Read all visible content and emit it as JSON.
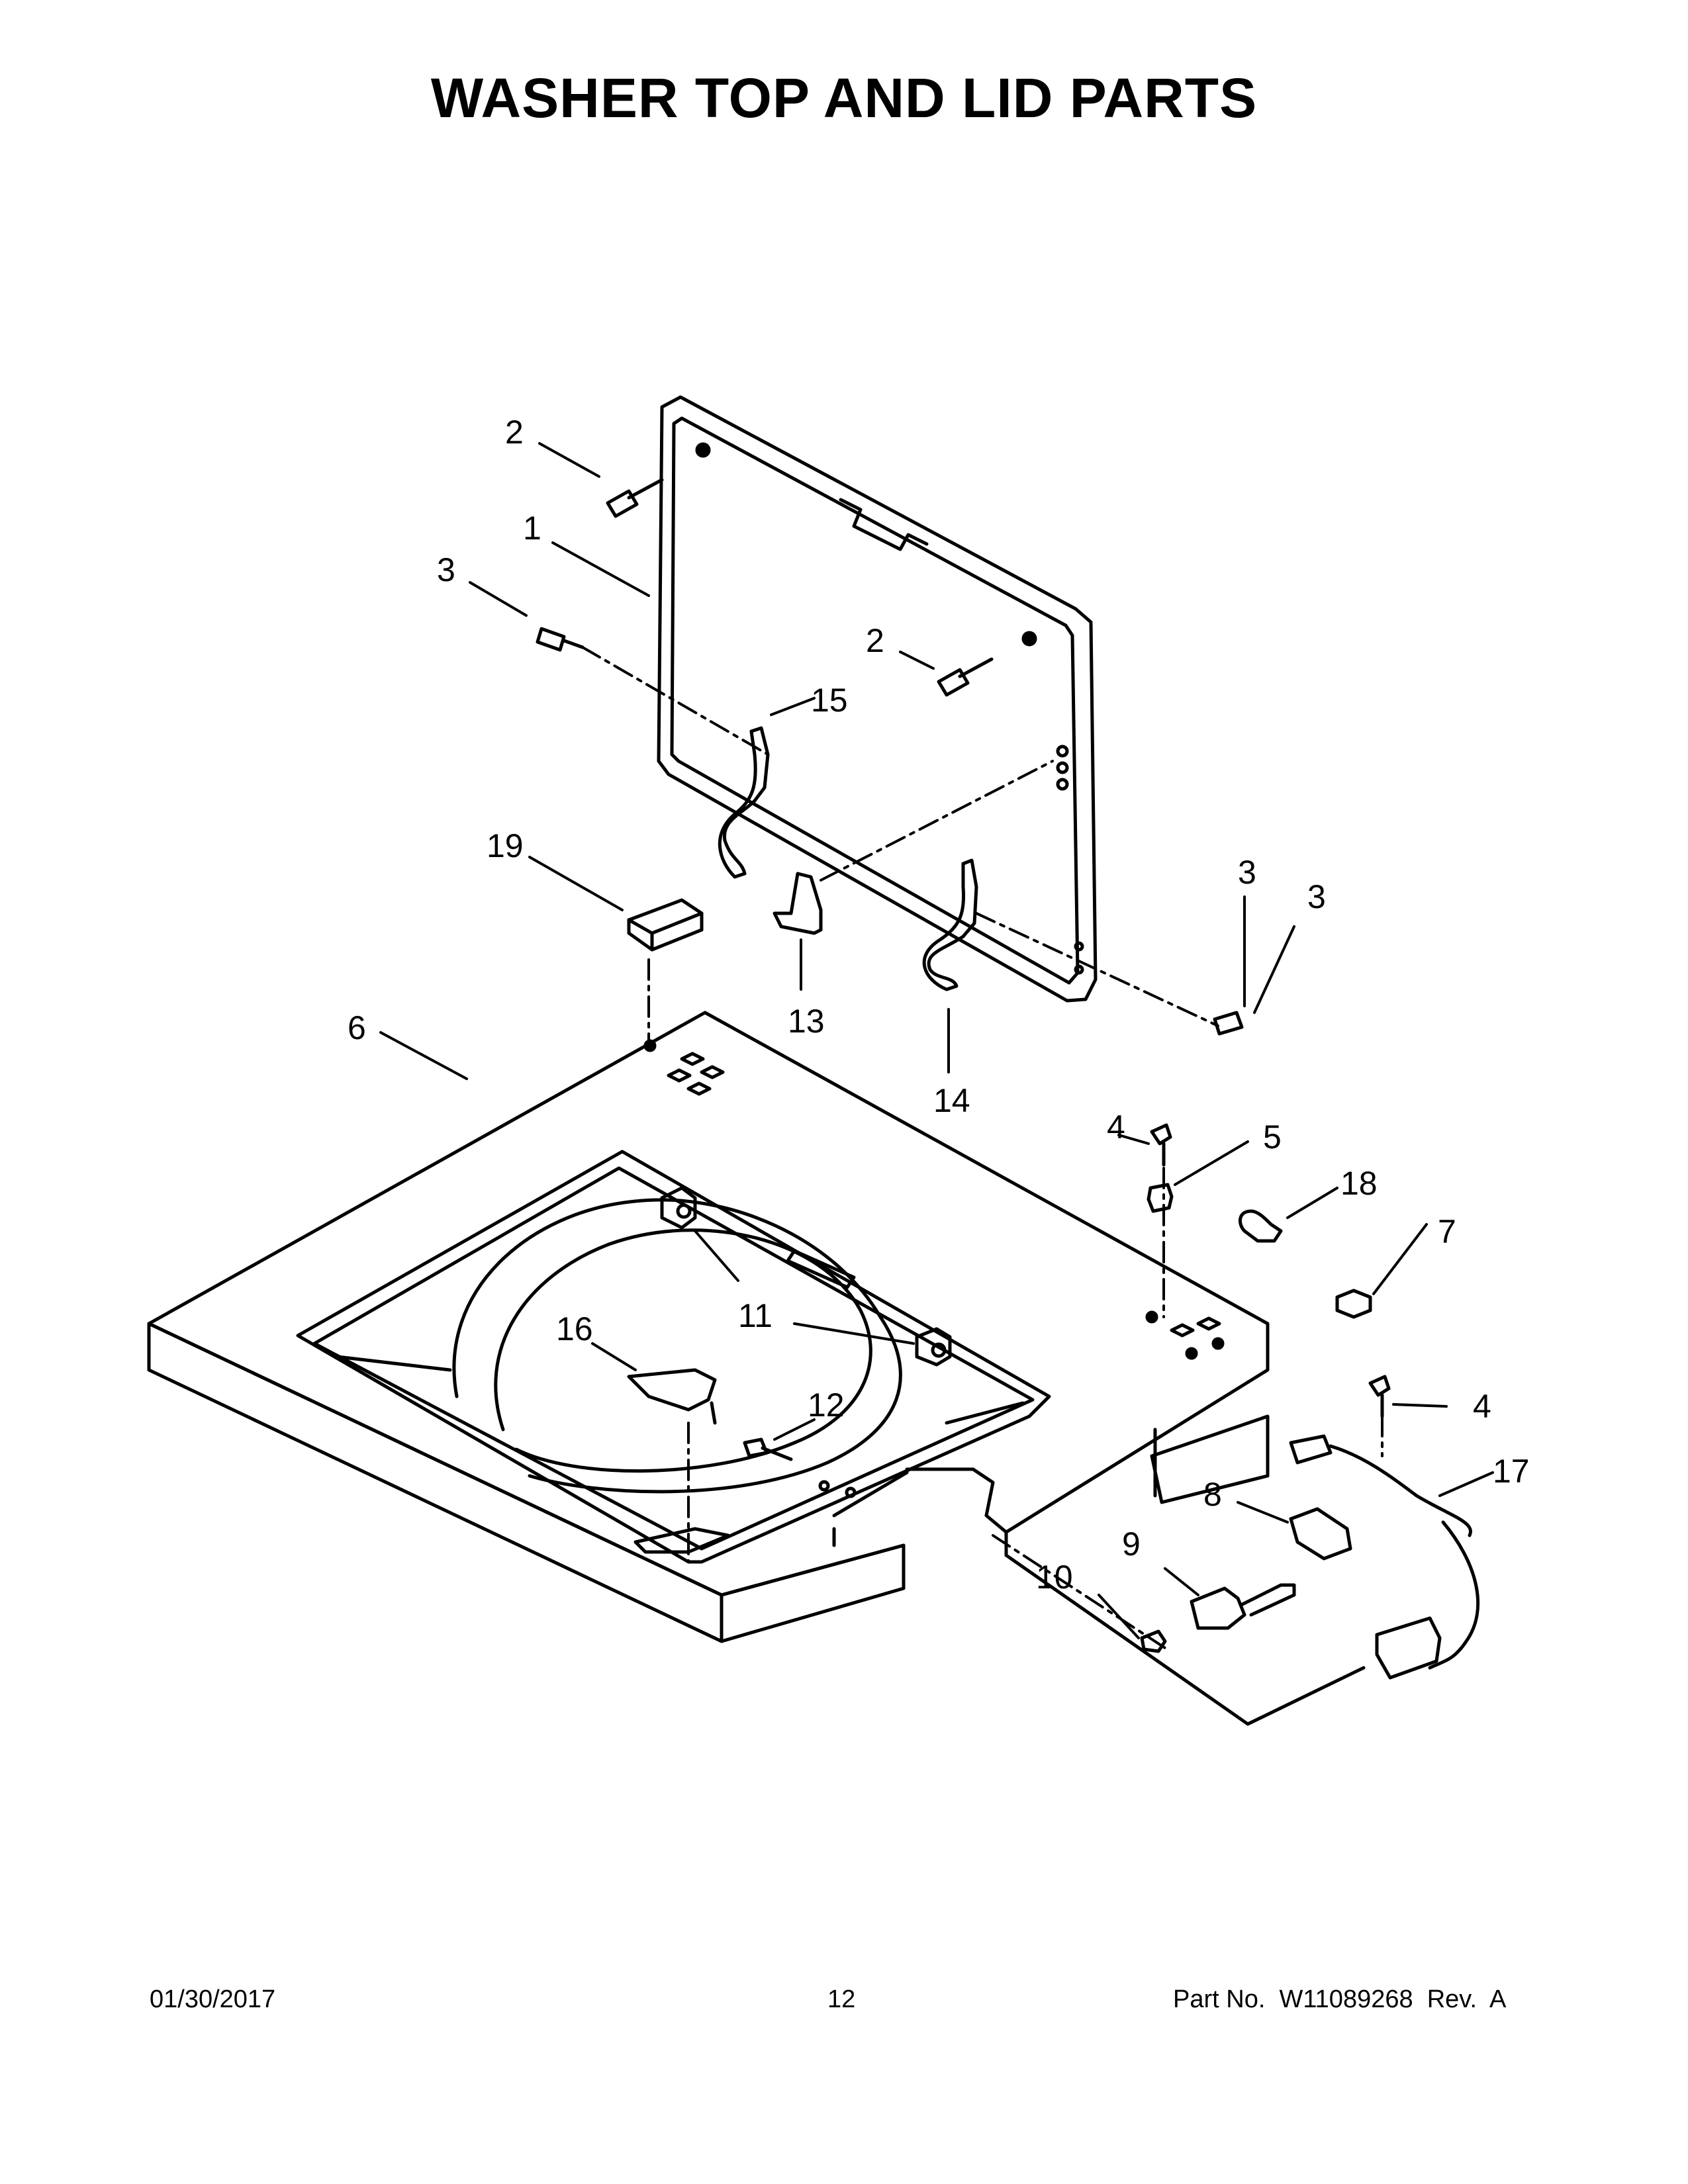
{
  "title": "WASHER TOP AND LID PARTS",
  "callouts": {
    "c1": "1",
    "c2a": "2",
    "c2b": "2",
    "c3a": "3",
    "c3b": "3",
    "c3c": "3",
    "c4a": "4",
    "c4b": "4",
    "c5": "5",
    "c6": "6",
    "c7": "7",
    "c8": "8",
    "c9": "9",
    "c10": "10",
    "c11": "11",
    "c12": "12",
    "c13": "13",
    "c14": "14",
    "c15": "15",
    "c16": "16",
    "c17": "17",
    "c18": "18",
    "c19": "19"
  },
  "footer": {
    "date": "01/30/2017",
    "page": "12",
    "part": "Part No.  W11089268  Rev.  A"
  }
}
